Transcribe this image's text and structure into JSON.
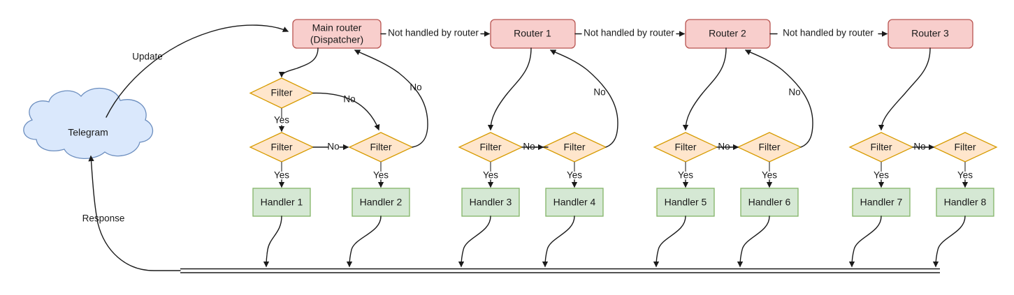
{
  "diagram": {
    "title": "Telegram bot update routing flow",
    "colors": {
      "router_fill": "#f8cecc",
      "router_stroke": "#b85450",
      "filter_fill": "#ffe6cc",
      "filter_stroke": "#d79b00",
      "handler_fill": "#d5e8d4",
      "handler_stroke": "#82b366",
      "cloud_fill": "#dae8fc",
      "cloud_stroke": "#6c8ebf",
      "line": "#1a1a1a",
      "text": "#1a1a1a"
    },
    "nodes": {
      "telegram": {
        "label": "Telegram",
        "type": "cloud"
      },
      "main_router": {
        "label_line1": "Main router",
        "label_line2": "(Dispatcher)",
        "type": "router"
      },
      "router1": {
        "label": "Router 1",
        "type": "router"
      },
      "router2": {
        "label": "Router 2",
        "type": "router"
      },
      "router3": {
        "label": "Router 3",
        "type": "router"
      },
      "filters": [
        {
          "id": "f0",
          "label": "Filter"
        },
        {
          "id": "f1",
          "label": "Filter"
        },
        {
          "id": "f2",
          "label": "Filter"
        },
        {
          "id": "f3",
          "label": "Filter"
        },
        {
          "id": "f4",
          "label": "Filter"
        },
        {
          "id": "f5",
          "label": "Filter"
        },
        {
          "id": "f6",
          "label": "Filter"
        },
        {
          "id": "f7",
          "label": "Filter"
        },
        {
          "id": "f8",
          "label": "Filter"
        }
      ],
      "handlers": [
        {
          "id": "h1",
          "label": "Handler 1"
        },
        {
          "id": "h2",
          "label": "Handler 2"
        },
        {
          "id": "h3",
          "label": "Handler 3"
        },
        {
          "id": "h4",
          "label": "Handler 4"
        },
        {
          "id": "h5",
          "label": "Handler 5"
        },
        {
          "id": "h6",
          "label": "Handler 6"
        },
        {
          "id": "h7",
          "label": "Handler 7"
        },
        {
          "id": "h8",
          "label": "Handler 8"
        }
      ]
    },
    "edge_labels": {
      "update": "Update",
      "response": "Response",
      "not_handled_1": "Not handled by router",
      "not_handled_2": "Not handled by router",
      "not_handled_3": "Not handled by router",
      "yes": "Yes",
      "no": "No",
      "yes_list": [
        "Yes",
        "Yes",
        "Yes",
        "Yes",
        "Yes",
        "Yes",
        "Yes",
        "Yes",
        "Yes"
      ],
      "no_list": [
        "No",
        "No",
        "No",
        "No",
        "No",
        "No",
        "No",
        "No",
        "No",
        "No"
      ]
    }
  }
}
